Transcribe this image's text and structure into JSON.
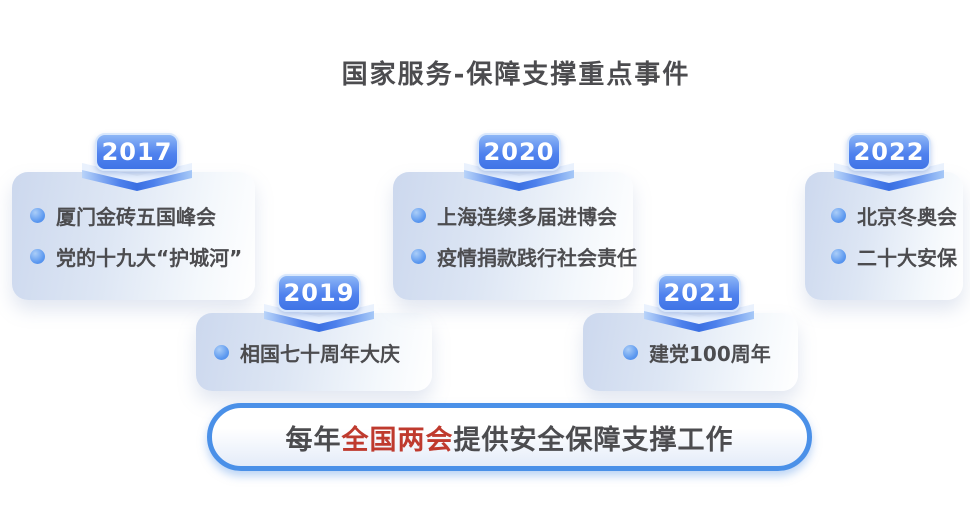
{
  "title": "国家服务-保障支撑重点事件",
  "timeline": [
    {
      "year": "2017",
      "items": [
        "厦门金砖五国峰会",
        "党的十九大“护城河”"
      ]
    },
    {
      "year": "2019",
      "items": [
        "相国七十周年大庆"
      ]
    },
    {
      "year": "2020",
      "items": [
        "上海连续多届进博会",
        "疫情捐款践行社会责任"
      ]
    },
    {
      "year": "2021",
      "items": [
        "建党100周年"
      ]
    },
    {
      "year": "2022",
      "items": [
        "北京冬奥会",
        "二十大安保"
      ]
    }
  ],
  "footer": {
    "prefix": "每年",
    "highlight": "全国两会",
    "suffix": "提供安全保障支撑工作"
  },
  "colors": {
    "accent_blue": "#4a80ec",
    "badge_blue_light": "#8db6f6",
    "card_blue": "#ccd8ee",
    "highlight_red": "#bf3a2e",
    "text_dark": "#4c4c4f",
    "footer_border_blue": "#4a90e8"
  },
  "icons": {
    "bullet": "blue-gradient-circle",
    "ribbon_fold": "chevron-down-band"
  }
}
